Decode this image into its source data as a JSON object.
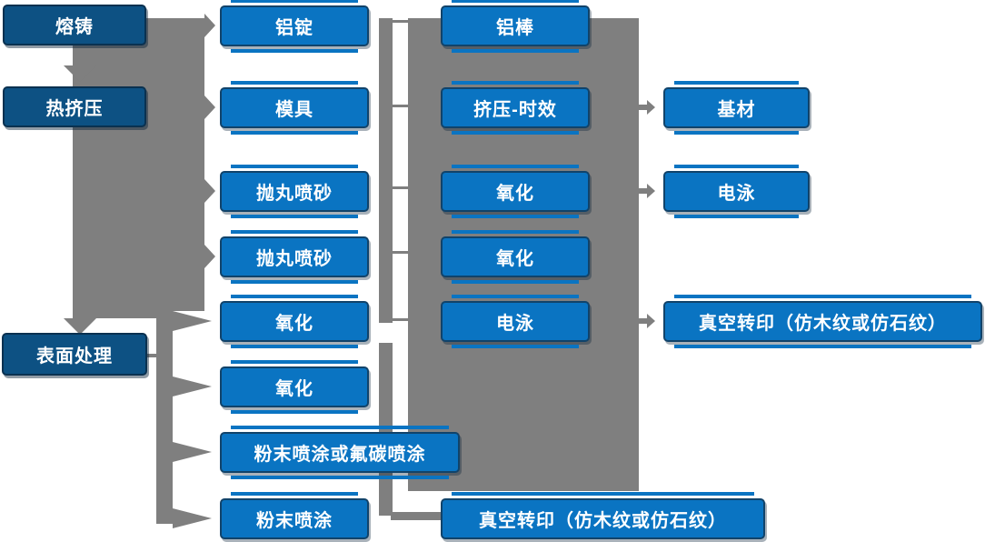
{
  "colors": {
    "stage_fill": "#0d5183",
    "step_fill": "#0a74c2",
    "stage_border": "#0a3150",
    "step_border": "#11436a",
    "connector": "#7f7f7f",
    "text": "#ffffff"
  },
  "nodes": {
    "melting_casting": {
      "label": "熔铸"
    },
    "hot_extrusion": {
      "label": "热挤压"
    },
    "surface_treatment": {
      "label": "表面处理"
    },
    "aluminum_ingot": {
      "label": "铝锭"
    },
    "mold": {
      "label": "模具"
    },
    "shot_blasting_1": {
      "label": "抛丸喷砂"
    },
    "shot_blasting_2": {
      "label": "抛丸喷砂"
    },
    "oxidation_1": {
      "label": "氧化"
    },
    "oxidation_2": {
      "label": "氧化"
    },
    "powder_or_fluorocarbon": {
      "label": "粉末喷涂或氟碳喷涂"
    },
    "powder_coating": {
      "label": "粉末喷涂"
    },
    "aluminum_rod": {
      "label": "铝棒"
    },
    "extrusion_aging": {
      "label": "挤压-时效"
    },
    "oxidation_3": {
      "label": "氧化"
    },
    "oxidation_4": {
      "label": "氧化"
    },
    "electrophoresis_1": {
      "label": "电泳"
    },
    "vacuum_transfer_1": {
      "label": "真空转印（仿木纹或仿石纹）"
    },
    "base_material": {
      "label": "基材"
    },
    "electrophoresis_2": {
      "label": "电泳"
    },
    "vacuum_transfer_2": {
      "label": "真空转印（仿木纹或仿石纹）"
    }
  }
}
